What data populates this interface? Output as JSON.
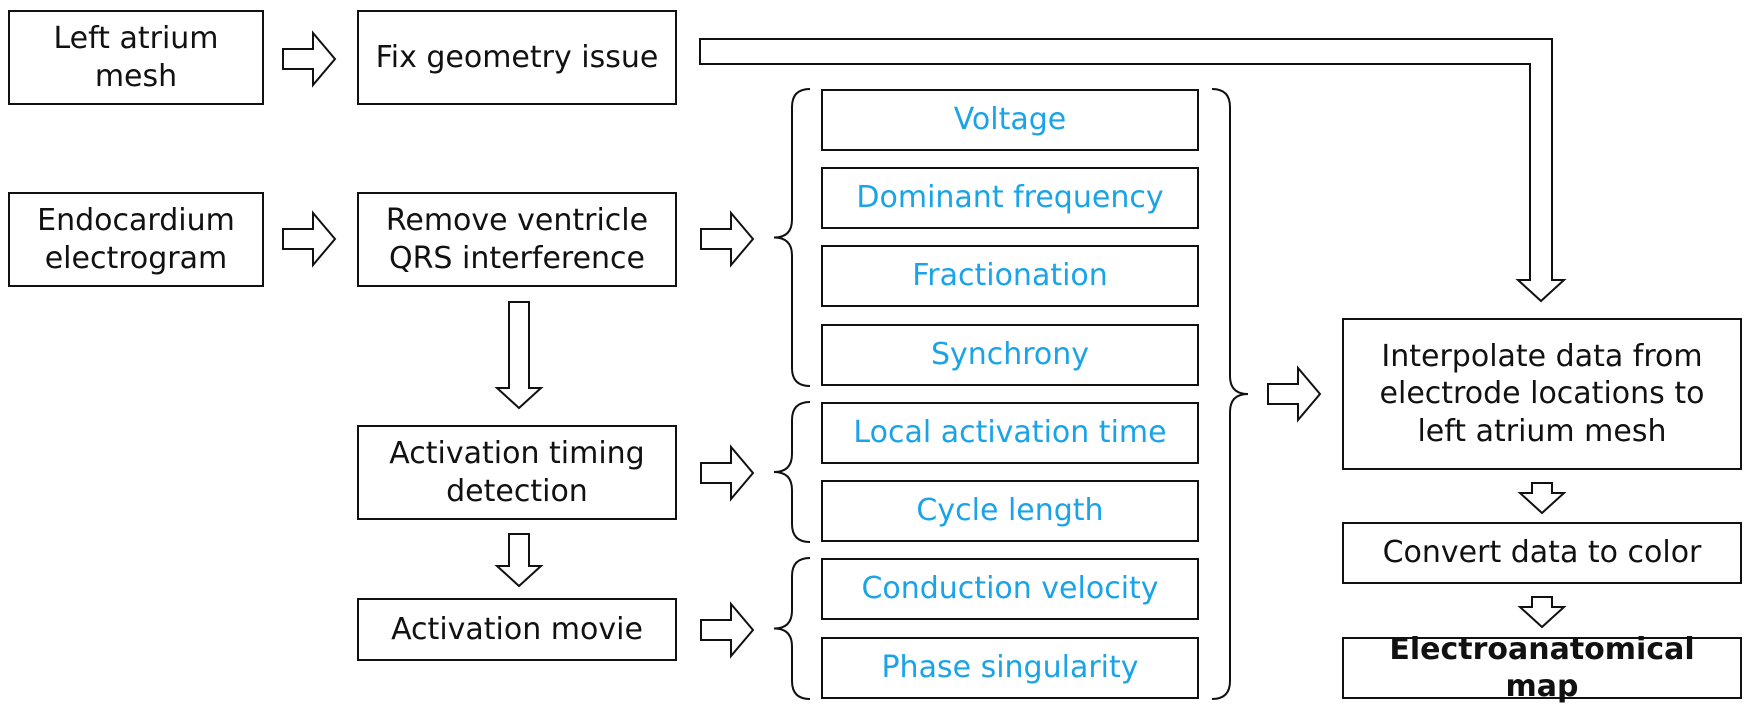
{
  "inputs": {
    "left_atrium_mesh": "Left atrium\nmesh",
    "endocardium_electrogram": "Endocardium\nelectrogram"
  },
  "processing": {
    "fix_geometry": "Fix geometry issue",
    "remove_qrs": "Remove ventricle\nQRS interference",
    "activation_timing": "Activation timing\ndetection",
    "activation_movie": "Activation movie"
  },
  "metrics": [
    "Voltage",
    "Dominant frequency",
    "Fractionation",
    "Synchrony",
    "Local activation time",
    "Cycle length",
    "Conduction velocity",
    "Phase singularity"
  ],
  "output": {
    "interpolate": "Interpolate data from\nelectrode locations to\nleft atrium mesh",
    "convert": "Convert data to color",
    "map": "Electroanatomical map"
  },
  "colors": {
    "metric_text": "#1ba3e8",
    "stroke": "#111111"
  }
}
